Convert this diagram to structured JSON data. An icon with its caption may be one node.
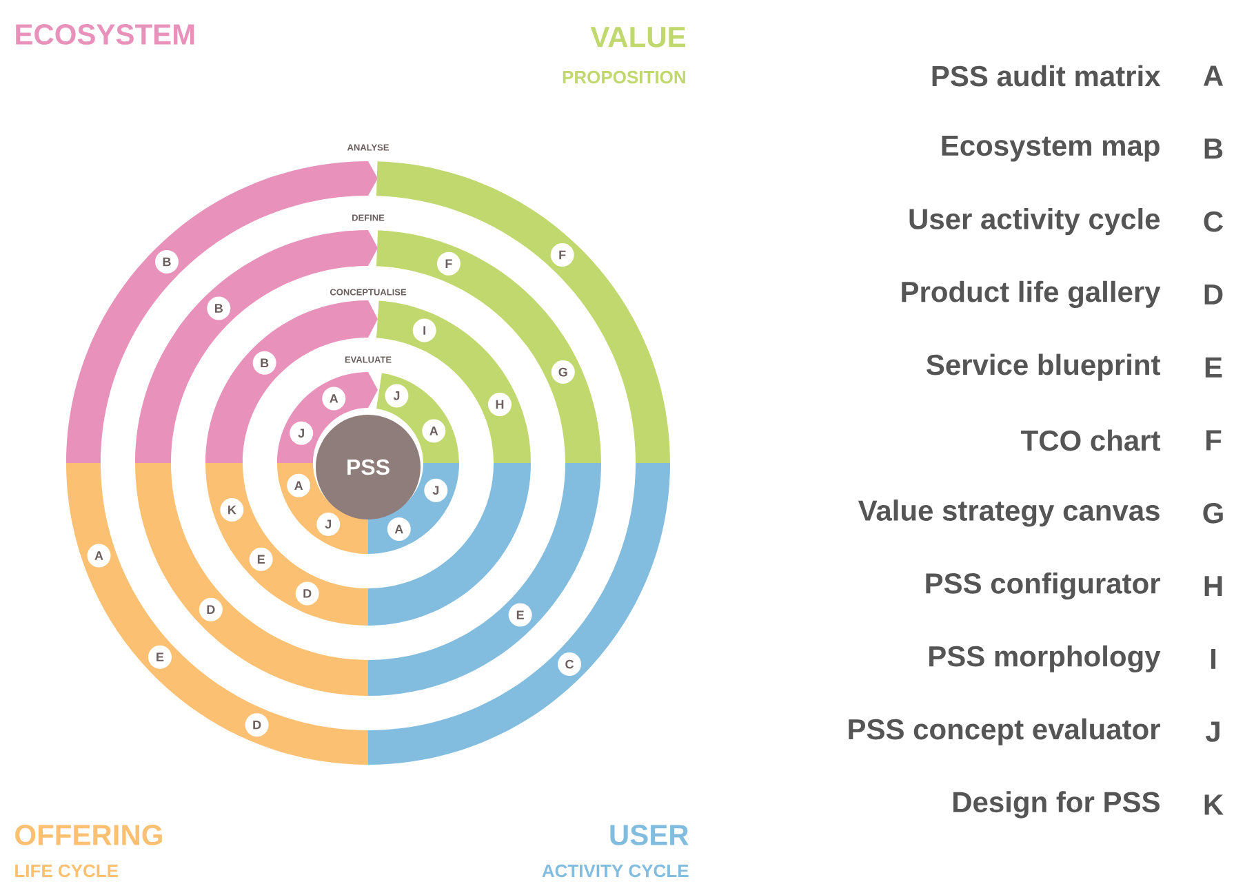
{
  "diagram": {
    "nodes": [
      {
        "text": [
          "PSS"
        ]
      },
      {
        "text": [
          "B"
        ]
      },
      {
        "text": [
          "B"
        ]
      },
      {
        "text": [
          "B"
        ]
      },
      {
        "text": [
          "A"
        ]
      },
      {
        "text": [
          "J"
        ]
      },
      {
        "text": [
          "F"
        ]
      },
      {
        "text": [
          "F"
        ]
      },
      {
        "text": [
          "G"
        ]
      },
      {
        "text": [
          "I"
        ]
      },
      {
        "text": [
          "H"
        ]
      },
      {
        "text": [
          "J"
        ]
      },
      {
        "text": [
          "A"
        ]
      },
      {
        "text": [
          "A"
        ]
      },
      {
        "text": [
          "J"
        ]
      },
      {
        "text": [
          "K"
        ]
      },
      {
        "text": [
          "E"
        ]
      },
      {
        "text": [
          "D"
        ]
      },
      {
        "text": [
          "D"
        ]
      },
      {
        "text": [
          "A"
        ]
      },
      {
        "text": [
          "E"
        ]
      },
      {
        "text": [
          "D"
        ]
      },
      {
        "text": [
          "J"
        ]
      },
      {
        "text": [
          "A"
        ]
      },
      {
        "text": [
          "E"
        ]
      },
      {
        "text": [
          "C"
        ]
      }
    ],
    "labels": [
      "ECOSYSTEM",
      "VALUE",
      "PROPOSITION",
      "ANALYSE",
      "DEFINE",
      "CONCEPTUALISE",
      "EVALUATE",
      "PSS audit matrix",
      "A",
      "Ecosystem map",
      "B",
      "User activity cycle",
      "C",
      "Product life gallery",
      "D",
      "Service blueprint",
      "E",
      "TCO chart",
      "F",
      "Value strategy canvas",
      "G",
      "PSS configurator",
      "H",
      "PSS morphology",
      "I",
      "PSS concept evaluator",
      "J",
      "Design for PSS",
      "K",
      "OFFERING",
      "LIFE CYCLE",
      "USER",
      "ACTIVITY CYCLE"
    ]
  }
}
